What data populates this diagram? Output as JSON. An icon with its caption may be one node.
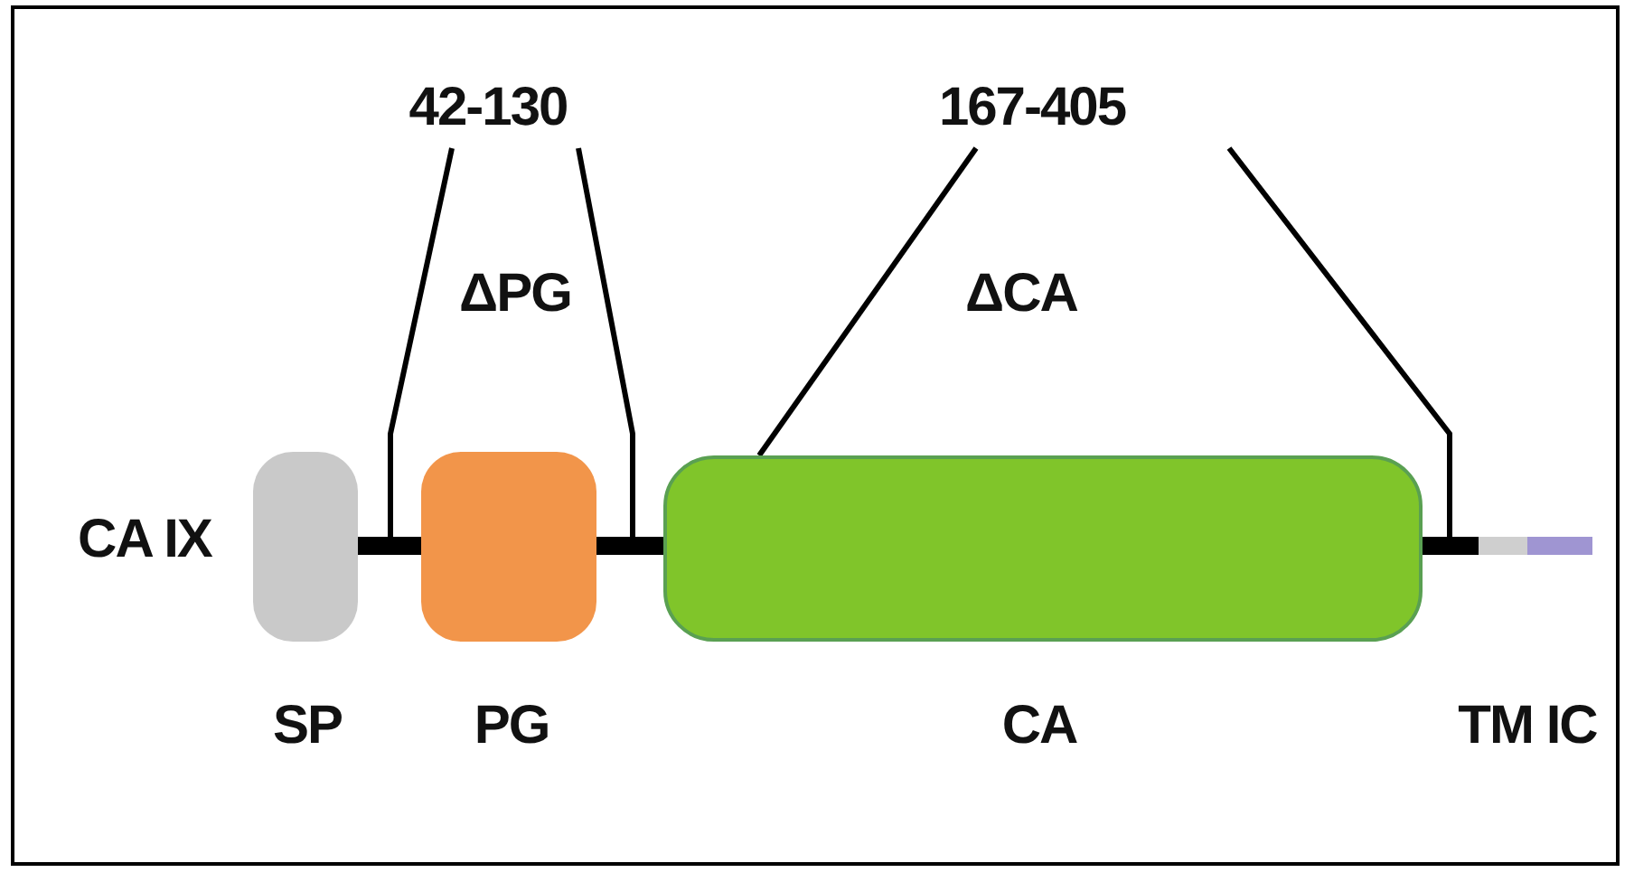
{
  "diagram": {
    "nodes": [
      {
        "text": [
          "42-130"
        ]
      },
      {
        "text": [
          "167-405"
        ]
      },
      {
        "text": [],
        "shape": "box"
      },
      {
        "text": [],
        "shape": "box"
      },
      {
        "text": [],
        "shape": "box"
      },
      {
        "text": [],
        "shape": "bar"
      },
      {
        "text": [],
        "shape": "bar"
      }
    ],
    "edges": [
      {
        "from": 0,
        "to": null,
        "arrow": "none"
      },
      {
        "from": 0,
        "to": null,
        "arrow": "none"
      },
      {
        "from": 1,
        "to": 4,
        "arrow": "none"
      },
      {
        "from": 1,
        "to": null,
        "arrow": "none"
      },
      {
        "from": 2,
        "to": 3,
        "arrow": "none",
        "style": "thick"
      },
      {
        "from": 3,
        "to": 4,
        "arrow": "none",
        "style": "thick"
      },
      {
        "from": 4,
        "to": 5,
        "arrow": "none",
        "style": "thick"
      }
    ],
    "labels": [
      "CA IX",
      "ΔPG",
      "ΔCA",
      "SP",
      "PG",
      "CA",
      "TM IC"
    ]
  }
}
